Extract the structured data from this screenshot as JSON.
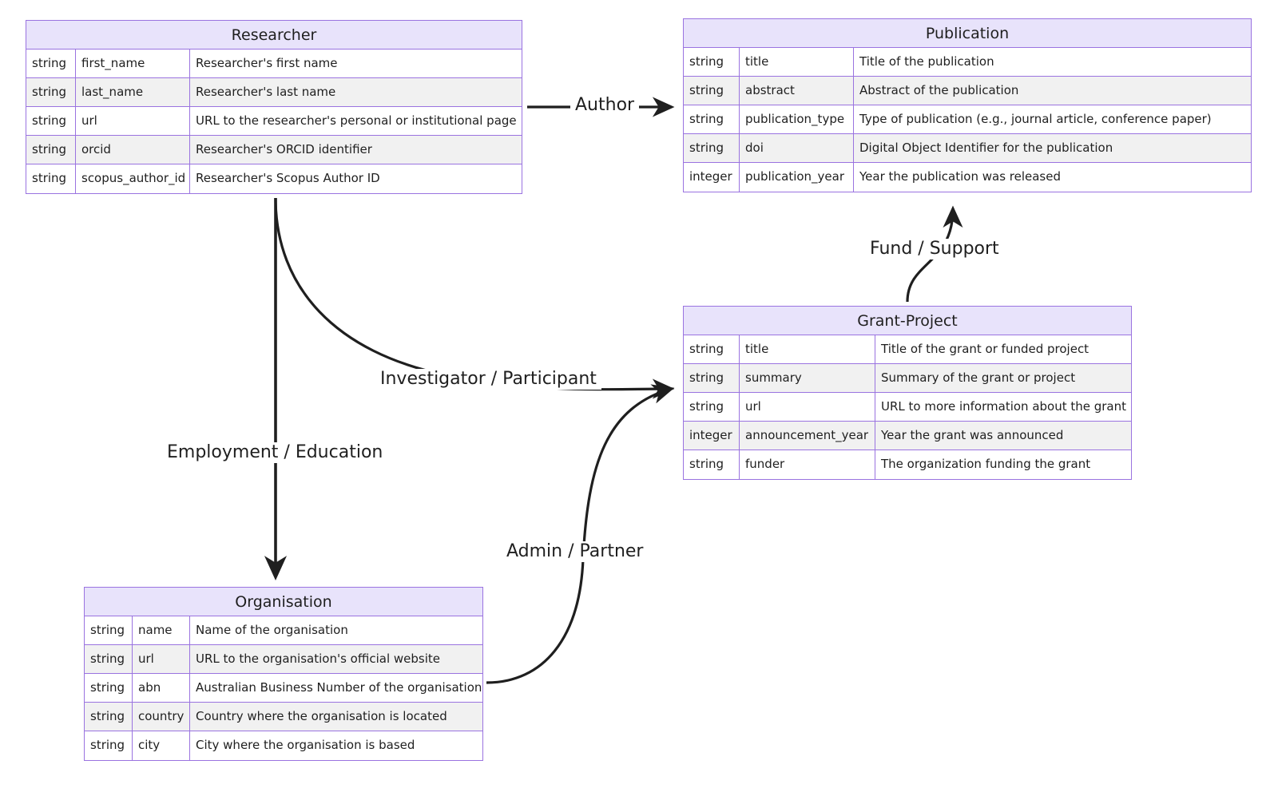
{
  "diagram": {
    "kind": "entity-relationship-diagram",
    "colors": {
      "entity_border": "#9a73e0",
      "entity_header_bg": "#e8e3fb",
      "row_alt_bg": "#f1f1f1",
      "row_bg": "#ffffff",
      "text": "#1f1f1f",
      "edge": "#1f1f1f",
      "background": "#ffffff"
    },
    "columns": [
      "type",
      "name",
      "description"
    ]
  },
  "entities": {
    "researcher": {
      "title": "Researcher",
      "attributes": [
        {
          "type": "string",
          "name": "first_name",
          "description": "Researcher's first name"
        },
        {
          "type": "string",
          "name": "last_name",
          "description": "Researcher's last name"
        },
        {
          "type": "string",
          "name": "url",
          "description": "URL to the researcher's personal or institutional page"
        },
        {
          "type": "string",
          "name": "orcid",
          "description": "Researcher's ORCID identifier"
        },
        {
          "type": "string",
          "name": "scopus_author_id",
          "description": "Researcher's Scopus Author ID"
        }
      ]
    },
    "publication": {
      "title": "Publication",
      "attributes": [
        {
          "type": "string",
          "name": "title",
          "description": "Title of the publication"
        },
        {
          "type": "string",
          "name": "abstract",
          "description": "Abstract of the publication"
        },
        {
          "type": "string",
          "name": "publication_type",
          "description": "Type of publication (e.g., journal article, conference paper)"
        },
        {
          "type": "string",
          "name": "doi",
          "description": "Digital Object Identifier for the publication"
        },
        {
          "type": "integer",
          "name": "publication_year",
          "description": "Year the publication was released"
        }
      ]
    },
    "grant_project": {
      "title": "Grant-Project",
      "attributes": [
        {
          "type": "string",
          "name": "title",
          "description": "Title of the grant or funded project"
        },
        {
          "type": "string",
          "name": "summary",
          "description": "Summary of the grant or project"
        },
        {
          "type": "string",
          "name": "url",
          "description": "URL to more information about the grant"
        },
        {
          "type": "integer",
          "name": "announcement_year",
          "description": "Year the grant was announced"
        },
        {
          "type": "string",
          "name": "funder",
          "description": "The organization funding the grant"
        }
      ]
    },
    "organisation": {
      "title": "Organisation",
      "attributes": [
        {
          "type": "string",
          "name": "name",
          "description": "Name of the organisation"
        },
        {
          "type": "string",
          "name": "url",
          "description": "URL to the organisation's official website"
        },
        {
          "type": "string",
          "name": "abn",
          "description": "Australian Business Number of the organisation"
        },
        {
          "type": "string",
          "name": "country",
          "description": "Country where the organisation is located"
        },
        {
          "type": "string",
          "name": "city",
          "description": "City where the organisation is based"
        }
      ]
    }
  },
  "relationships": [
    {
      "id": "author",
      "label": "Author",
      "from": "researcher",
      "to": "publication"
    },
    {
      "id": "fund_support",
      "label": "Fund / Support",
      "from": "grant_project",
      "to": "publication"
    },
    {
      "id": "investigator",
      "label": "Investigator / Participant",
      "from": "researcher",
      "to": "grant_project"
    },
    {
      "id": "employment",
      "label": "Employment / Education",
      "from": "researcher",
      "to": "organisation"
    },
    {
      "id": "admin_partner",
      "label": "Admin / Partner",
      "from": "organisation",
      "to": "grant_project"
    }
  ]
}
